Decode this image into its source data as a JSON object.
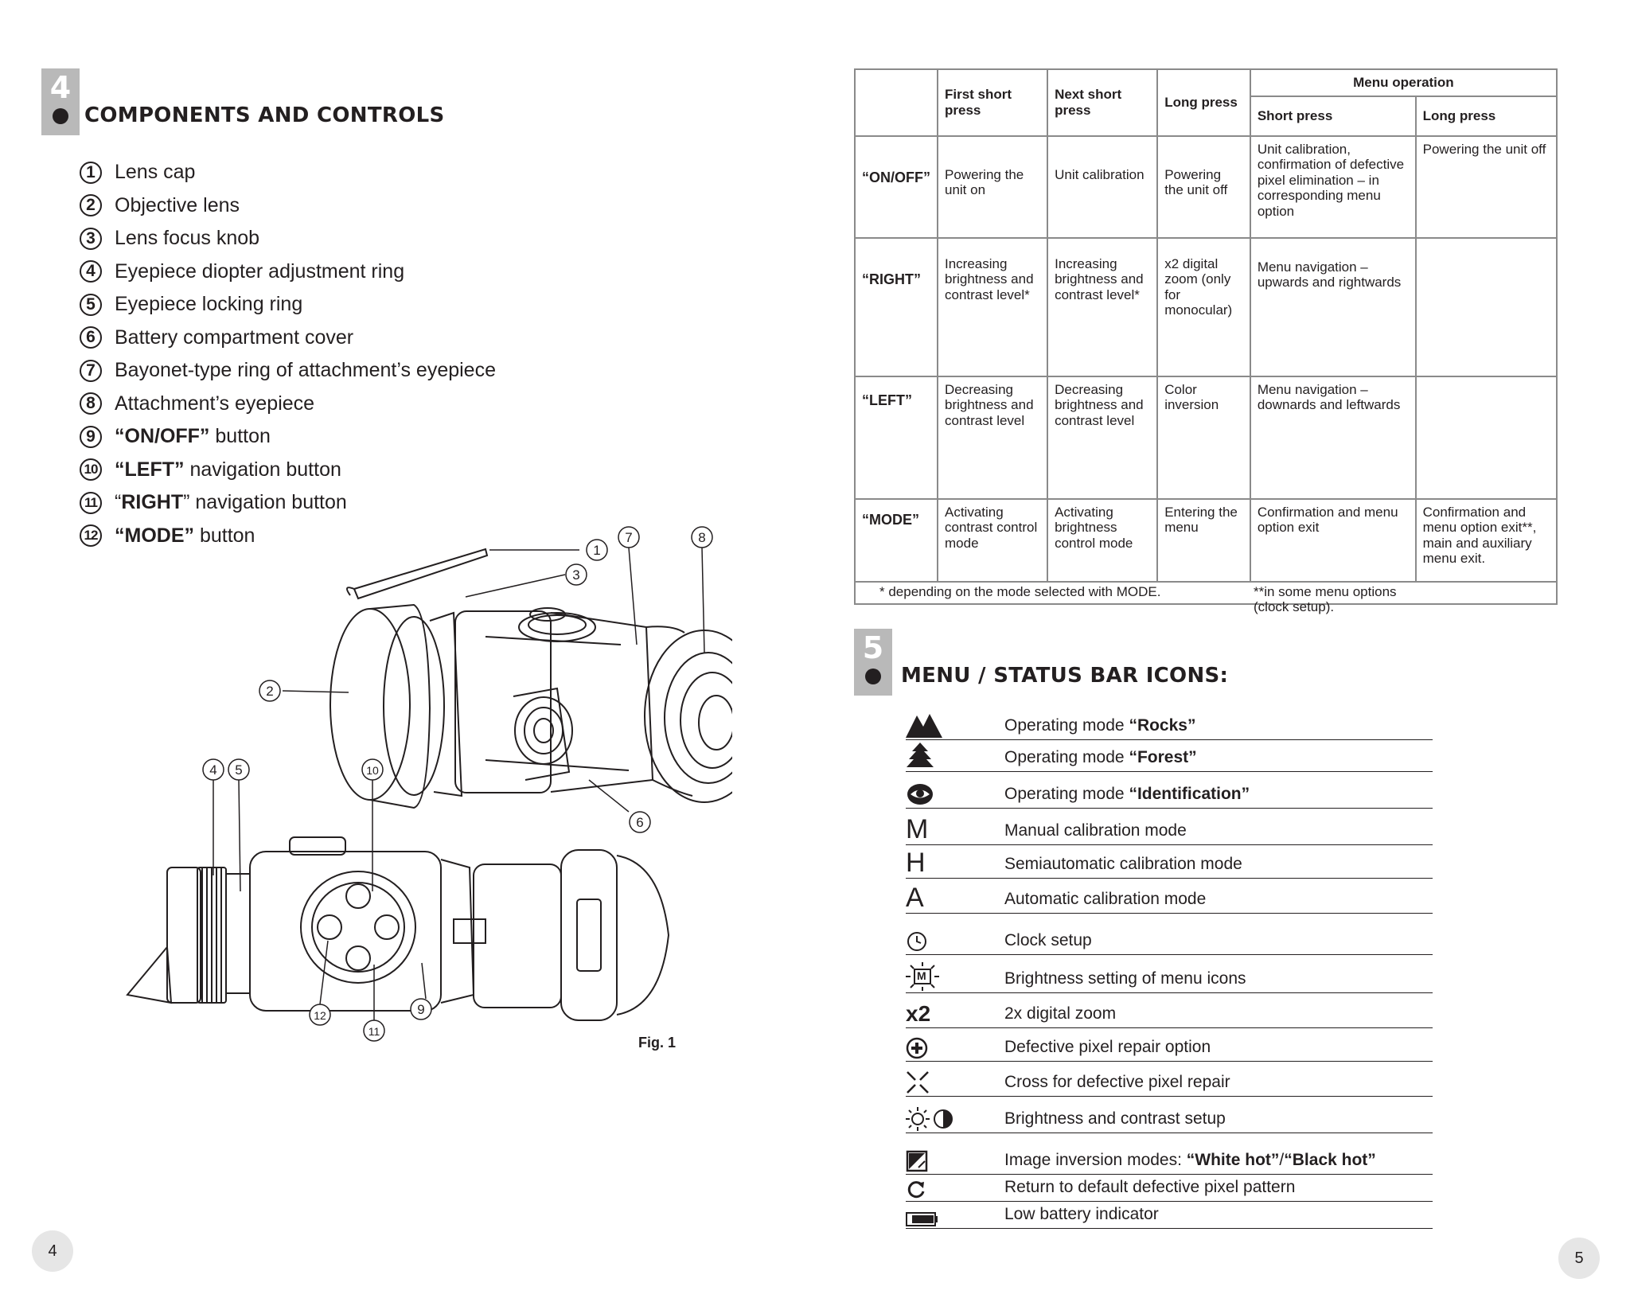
{
  "left": {
    "section_number": "4",
    "section_title": "COMPONENTS AND CONTROLS",
    "components": [
      {
        "n": "1",
        "plain": "Lens cap",
        "bold": ""
      },
      {
        "n": "2",
        "plain": "Objective lens",
        "bold": ""
      },
      {
        "n": "3",
        "plain": "Lens focus knob",
        "bold": ""
      },
      {
        "n": "4",
        "plain": "Eyepiece diopter adjustment ring",
        "bold": ""
      },
      {
        "n": "5",
        "plain": "Eyepiece locking ring",
        "bold": ""
      },
      {
        "n": "6",
        "plain": "Battery compartment cover",
        "bold": ""
      },
      {
        "n": "7",
        "plain": "Bayonet-type ring of attachment’s eyepiece",
        "bold": ""
      },
      {
        "n": "8",
        "plain": "Attachment’s eyepiece",
        "bold": ""
      },
      {
        "n": "9",
        "bold": "“ON/OFF”",
        "plain": " button"
      },
      {
        "n": "10",
        "bold": "“LEFT”",
        "plain": " navigation button"
      },
      {
        "n": "11",
        "pre": "“",
        "bold": "RIGHT",
        "plain": "” navigation button"
      },
      {
        "n": "12",
        "bold": "“MODE”",
        "plain": " button"
      }
    ],
    "figure_callouts": [
      "1",
      "2",
      "3",
      "4",
      "5",
      "6",
      "7",
      "8",
      "9",
      "10",
      "11",
      "12"
    ],
    "figure_caption": "Fig. 1",
    "page_number": "4"
  },
  "table": {
    "headers": {
      "first_short": "First short press",
      "next_short": "Next short press",
      "long": "Long press",
      "menu_operation": "Menu operation",
      "menu_short": "Short press",
      "menu_long": "Long press"
    },
    "rows": [
      {
        "button": "“ON/OFF”",
        "first": "Powering the unit on",
        "next": "Unit calibration",
        "long": "Powering the unit off",
        "menu_short": "Unit calibration, confirmation of defective pixel elimination – in corresponding menu option",
        "menu_long": "Powering the unit off"
      },
      {
        "button": "“RIGHT”",
        "first": "Increasing brightness and contrast level*",
        "next": "Increasing brightness and contrast level*",
        "long": "x2 digital zoom (only for monocular)",
        "menu_short": "Menu navigation – upwards and rightwards",
        "menu_long": ""
      },
      {
        "button": "“LEFT”",
        "first": "Decreasing brightness and contrast level",
        "next": "Decreasing brightness and contrast level",
        "long": "Color inversion",
        "menu_short": "Menu navigation – downards and leftwards",
        "menu_long": ""
      },
      {
        "button": "“MODE”",
        "first": "Activating contrast control mode",
        "next": "Activating brightness control mode",
        "long": "Entering the menu",
        "menu_short": "Confirmation and menu option exit",
        "menu_long": "Confirmation and menu option exit**, main and auxiliary menu exit."
      }
    ],
    "footnote_left": "* depending on the mode selected with MODE.",
    "footnote_right": "**in some menu options (clock setup)."
  },
  "right": {
    "section_number": "5",
    "section_title": "MENU / STATUS BAR ICONS:",
    "icons": [
      {
        "icon": "mountains-icon",
        "plain": "Operating mode ",
        "bold": "“Rocks”",
        "after": ""
      },
      {
        "icon": "tree-icon",
        "plain": "Operating mode ",
        "bold": "“Forest”",
        "after": ""
      },
      {
        "icon": "eye-icon",
        "plain": "Operating mode ",
        "bold": "“Identification”",
        "after": ""
      },
      {
        "icon": "letter-m-icon",
        "glyph": "M",
        "plain": "Manual calibration mode",
        "bold": "",
        "after": ""
      },
      {
        "icon": "letter-h-icon",
        "glyph": "H",
        "plain": "Semiautomatic calibration mode",
        "bold": "",
        "after": ""
      },
      {
        "icon": "letter-a-icon",
        "glyph": "A",
        "plain": "Automatic calibration mode",
        "bold": "",
        "after": ""
      },
      {
        "icon": "clock-icon",
        "plain": "Clock setup",
        "bold": "",
        "after": ""
      },
      {
        "icon": "brightness-m-icon",
        "glyph": "M",
        "plain": "Brightness setting of menu icons",
        "bold": "",
        "after": ""
      },
      {
        "icon": "zoom-x2-icon",
        "glyph": "x2",
        "plain": "2x digital zoom",
        "bold": "",
        "after": ""
      },
      {
        "icon": "plus-circle-icon",
        "plain": "Defective pixel repair option",
        "bold": "",
        "after": ""
      },
      {
        "icon": "cross-icon",
        "plain": "Cross for defective pixel repair",
        "bold": "",
        "after": ""
      },
      {
        "icon": "sun-contrast-icon",
        "plain": "Brightness and contrast setup",
        "bold": "",
        "after": ""
      },
      {
        "icon": "inversion-icon",
        "plain": "Image inversion modes: ",
        "bold": "“White hot”",
        "sep": "/",
        "bold2": "“Black hot”"
      },
      {
        "icon": "refresh-icon",
        "plain": "Return to default defective pixel pattern",
        "bold": "",
        "after": ""
      },
      {
        "icon": "battery-icon",
        "plain": "Low battery indicator",
        "bold": "",
        "after": ""
      }
    ],
    "page_number": "5"
  }
}
